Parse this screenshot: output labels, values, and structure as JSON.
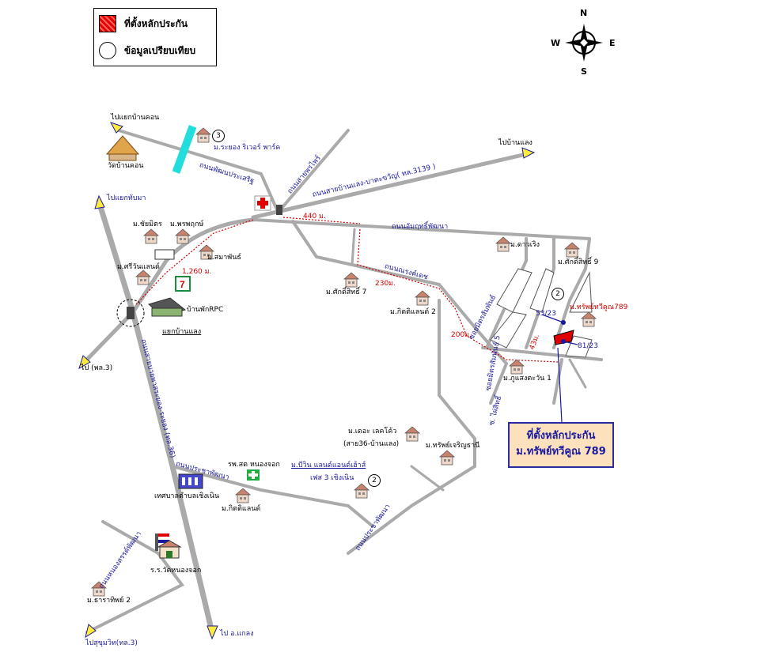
{
  "legend": {
    "collateral": "ที่ตั้งหลักประกัน",
    "comparable": "ข้อมูลเปรียบเทียบ"
  },
  "compass": {
    "n": "N",
    "s": "S",
    "e": "E",
    "w": "W"
  },
  "callout": {
    "line1": "ที่ตั้งหลักประกัน",
    "line2": "ม.ทรัพย์ทวีคูณ 789"
  },
  "badges": {
    "b3": "3",
    "b2a": "2",
    "b2b": "2"
  },
  "labels": {
    "to_baan_khon": "ไปแยกบ้านคอน",
    "wat_baan_khon": "วัดบ้านคอน",
    "rayong_river_park": "ม.ระยอง ริเวอร์ พาร์ค",
    "rd_patthana_prasert": "ถนนพัฒนประเสริฐ",
    "to_baan_laeng": "ไปบ้านแลง",
    "rd_sai_baan_laeng": "ถนนสายบ้านแลง-บาตะขวัญ( ทล.3139 )",
    "rd_sai_phrai": "ถนนสายพรไพร์",
    "to_tap_ma": "ไปแยกทับมา",
    "chaimitr": "ม.ชัยมิตร",
    "phornphrue": "ม.พรพฤกษ์",
    "samaphan": "ม.สมาพันธ์",
    "sriwanland": "ม.ศรีวันแลนด์",
    "dist_1260": "1,260 ม.",
    "dist_440": "440 ม.",
    "dist_230": "230ม.",
    "dist_200": "200ม.",
    "dist_43": "43ม.",
    "rd_ammaruth": "ถนนอัมฤทธิ์พัฒนา",
    "rd_narong": "ถนนณรงค์เดช",
    "dawroeng": "ม.ดาวเริง",
    "saksit9": "ม.ศักดิ์สิทธิ์ 9",
    "saksit7": "ม.ศักดิ์สิทธิ์ 7",
    "kittiland2": "ม.กิตติแลนด์ 2",
    "baan_pak_rpc": "บ้านพักRPC",
    "laeng_junction": "แยกบ้านแลง",
    "to_pk3": "ไป (พล.3)",
    "rd_rayong_36": "ถนนสายบายพาสระยอง-ระยอง (ทล.36)",
    "soi_mitsamphan": "ซอยมิตรสัมพันธ์",
    "addr_5323": "53/23",
    "addr_8123": "81/23",
    "sapsatha789": "ม.ทรัพย์ทวีคูณ789",
    "phukhaw": "ม.ภูแสงตะวัน 1",
    "soi_right": "ซอยมิตรสัมพันธ์ 5",
    "soi_lsit": "ซ. ไผ่สิทธิ์",
    "lake_rd": "ม.เดอะ เลคโค้ว",
    "sai36": "(สาย36-บ้านแลง)",
    "saphchareon": "ม.ทรัพย์เจริญธานี",
    "rd_prachapatthana": "ถนนประชาพัฒนา",
    "rd_prachapatthana2": "ถนนประชาพัฒนา",
    "hosp_nongjok": "รพ.สต หนองจอก",
    "muban_mbs": "ม.บีวิน แลนด์แอนด์เฮ้าส์",
    "phase3": "เฟส 3 เชิงเนิน",
    "tesaban": "เทศบาลตำบลเชิงเนิน",
    "kittiland": "ม.กิตติแลนด์",
    "school": "ร.ร.วัดหนองจอก",
    "rd_nongsang": "ถนนหนองสรรค์พัฒนา",
    "tarathip2": "ม.ธาราทิพย์ 2",
    "to_sukhumvit": "ไปสุขุมวิท(ทล.3)",
    "to_klaeng": "ไป อ.แกลง"
  },
  "colors": {
    "road": "#aaaaaa",
    "route": "#d00000",
    "blue_text": "#1a1aa0",
    "callout_bg": "#fde0bc",
    "cyan_bridge": "#22dddd"
  },
  "icons": [
    "house-icon",
    "temple-icon",
    "hospital-icon",
    "seven-eleven-icon",
    "traffic-light-icon",
    "building-icon",
    "school-icon",
    "compass-icon"
  ]
}
